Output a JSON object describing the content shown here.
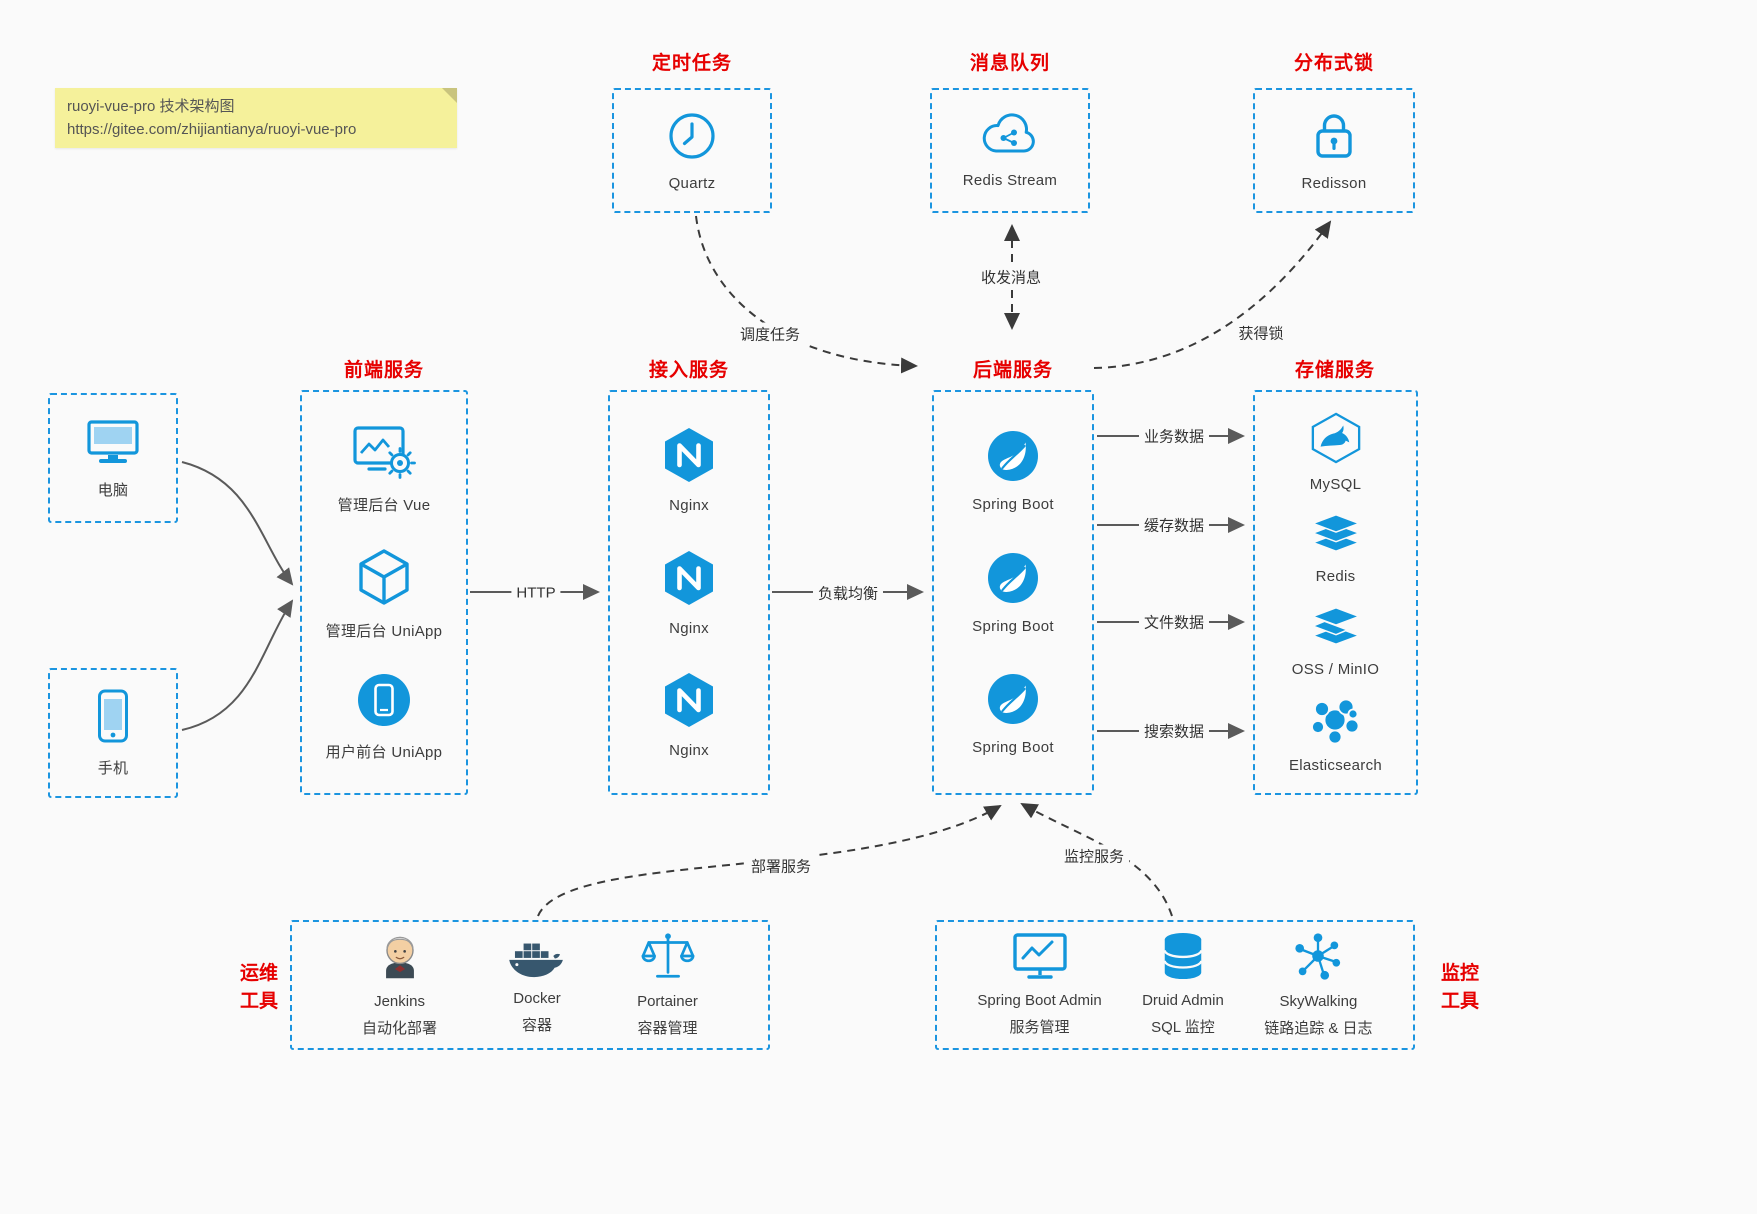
{
  "note": {
    "title": "ruoyi-vue-pro 技术架构图",
    "url": "https://gitee.com/zhijiantianya/ruoyi-vue-pro"
  },
  "top_services": [
    {
      "title": "定时任务",
      "icon": "clock-icon",
      "label": "Quartz"
    },
    {
      "title": "消息队列",
      "icon": "cloud-icon",
      "label": "Redis Stream"
    },
    {
      "title": "分布式锁",
      "icon": "lock-icon",
      "label": "Redisson"
    }
  ],
  "clients": [
    {
      "icon": "desktop-icon",
      "label": "电脑"
    },
    {
      "icon": "smartphone-icon",
      "label": "手机"
    }
  ],
  "columns": {
    "frontend": {
      "title": "前端服务",
      "items": [
        {
          "icon": "monitor-gear-icon",
          "label": "管理后台 Vue"
        },
        {
          "icon": "uniapp-cube-icon",
          "label": "管理后台 UniApp"
        },
        {
          "icon": "user-app-icon",
          "label": "用户前台 UniApp"
        }
      ]
    },
    "gateway": {
      "title": "接入服务",
      "items": [
        {
          "icon": "nginx-icon",
          "label": "Nginx"
        },
        {
          "icon": "nginx-icon",
          "label": "Nginx"
        },
        {
          "icon": "nginx-icon",
          "label": "Nginx"
        }
      ]
    },
    "backend": {
      "title": "后端服务",
      "items": [
        {
          "icon": "spring-boot-icon",
          "label": "Spring Boot"
        },
        {
          "icon": "spring-boot-icon",
          "label": "Spring Boot"
        },
        {
          "icon": "spring-boot-icon",
          "label": "Spring Boot"
        }
      ]
    },
    "storage": {
      "title": "存储服务",
      "items": [
        {
          "icon": "mysql-icon",
          "label": "MySQL"
        },
        {
          "icon": "redis-icon",
          "label": "Redis"
        },
        {
          "icon": "oss-minio-icon",
          "label": "OSS / MinIO"
        },
        {
          "icon": "elasticsearch-icon",
          "label": "Elasticsearch"
        }
      ]
    }
  },
  "ops": {
    "title1": "运维",
    "title2": "工具",
    "items": [
      {
        "icon": "jenkins-icon",
        "name": "Jenkins",
        "desc": "自动化部署"
      },
      {
        "icon": "docker-icon",
        "name": "Docker",
        "desc": "容器"
      },
      {
        "icon": "portainer-icon",
        "name": "Portainer",
        "desc": "容器管理"
      }
    ]
  },
  "monitoring": {
    "title1": "监控",
    "title2": "工具",
    "items": [
      {
        "icon": "spring-boot-admin-icon",
        "name": "Spring Boot Admin",
        "desc": "服务管理"
      },
      {
        "icon": "druid-icon",
        "name": "Druid Admin",
        "desc": "SQL 监控"
      },
      {
        "icon": "skywalking-icon",
        "name": "SkyWalking",
        "desc": "链路追踪 & 日志"
      }
    ]
  },
  "edges": {
    "http": "HTTP",
    "load_balancing": "负载均衡",
    "business_data": "业务数据",
    "cache_data": "缓存数据",
    "file_data": "文件数据",
    "search_data": "搜索数据",
    "schedule_task": "调度任务",
    "messaging": "收发消息",
    "acquire_lock": "获得锁",
    "deploy_service": "部署服务",
    "monitor_service": "监控服务"
  },
  "colors": {
    "accent": "#1296db",
    "border": "#1b95e0",
    "title_red": "#e60000",
    "note_bg": "#f5f19b",
    "background": "#fafafa"
  }
}
